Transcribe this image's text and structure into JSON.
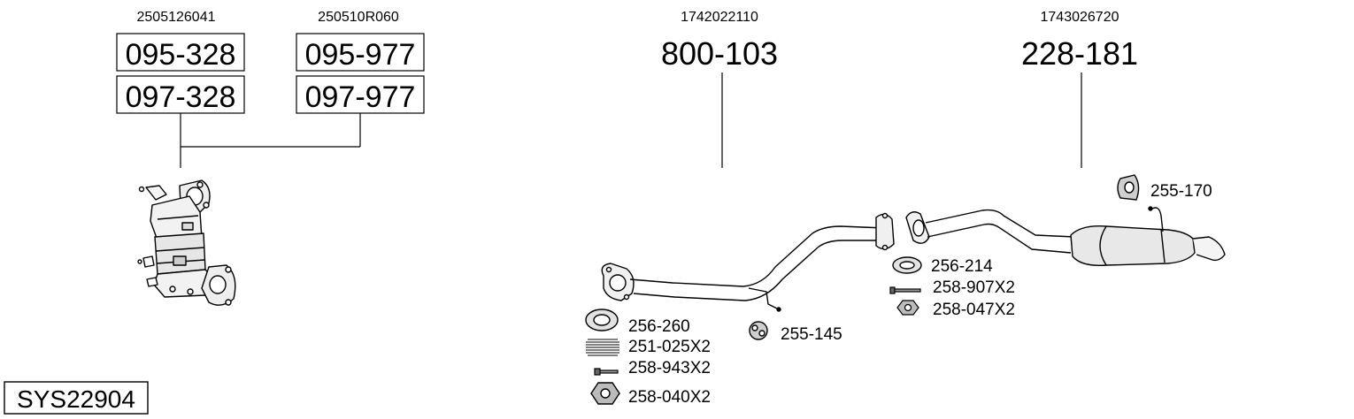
{
  "oe_numbers": {
    "cat1": "2505126041",
    "cat2": "250510R060",
    "mid": "1742022110",
    "rear": "1743026720"
  },
  "part_numbers": {
    "cat1_a": "095-328",
    "cat1_b": "097-328",
    "cat2_a": "095-977",
    "cat2_b": "097-977",
    "mid": "800-103",
    "rear": "228-181"
  },
  "accessories": {
    "gasket_front": "256-260",
    "spring": "251-025X2",
    "bolt_front": "258-943X2",
    "nut_front": "258-040X2",
    "hanger_mid": "255-145",
    "gasket_mid": "256-214",
    "bolt_mid": "258-907X2",
    "nut_mid": "258-047X2",
    "hanger_rear": "255-170"
  },
  "system_id": "SYS22904"
}
